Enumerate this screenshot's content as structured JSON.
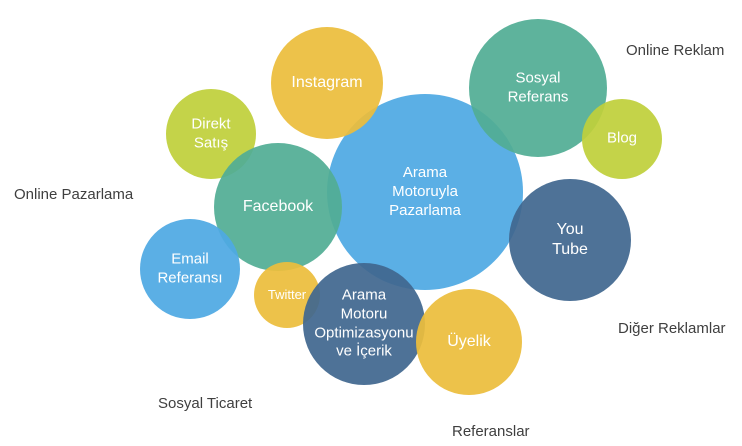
{
  "colors": {
    "blue": "#4fa9e3",
    "teal": "#52ad95",
    "gold": "#ecbd3c",
    "lime": "#bfd03b",
    "navy": "#41678f"
  },
  "bubbles": [
    {
      "id": "arama-motoruyla-pazarlama",
      "text": "Arama\nMotoruyla\nPazarlama",
      "color": "blue"
    },
    {
      "id": "instagram",
      "text": "Instagram",
      "color": "gold"
    },
    {
      "id": "sosyal-referans",
      "text": "Sosyal\nReferans",
      "color": "teal"
    },
    {
      "id": "blog",
      "text": "Blog",
      "color": "lime"
    },
    {
      "id": "direkt-satis",
      "text": "Direkt\nSatış",
      "color": "lime"
    },
    {
      "id": "facebook",
      "text": "Facebook",
      "color": "teal"
    },
    {
      "id": "you-tube",
      "text": "You\nTube",
      "color": "navy"
    },
    {
      "id": "email-referansi",
      "text": "Email\nReferansı",
      "color": "blue"
    },
    {
      "id": "twitter",
      "text": "Twitter",
      "color": "gold"
    },
    {
      "id": "arama-motoru-optimizasyonu",
      "text": "Arama\nMotoru\nOptimizasyonu\nve İçerik",
      "color": "navy"
    },
    {
      "id": "uyelik",
      "text": "Üyelik",
      "color": "gold"
    }
  ],
  "side_labels": {
    "online_reklam": "Online Reklam",
    "online_pazarlama": "Online Pazarlama",
    "diger_reklamlar": "Diğer Reklamlar",
    "sosyal_ticaret": "Sosyal Ticaret",
    "referanslar": "Referanslar"
  }
}
